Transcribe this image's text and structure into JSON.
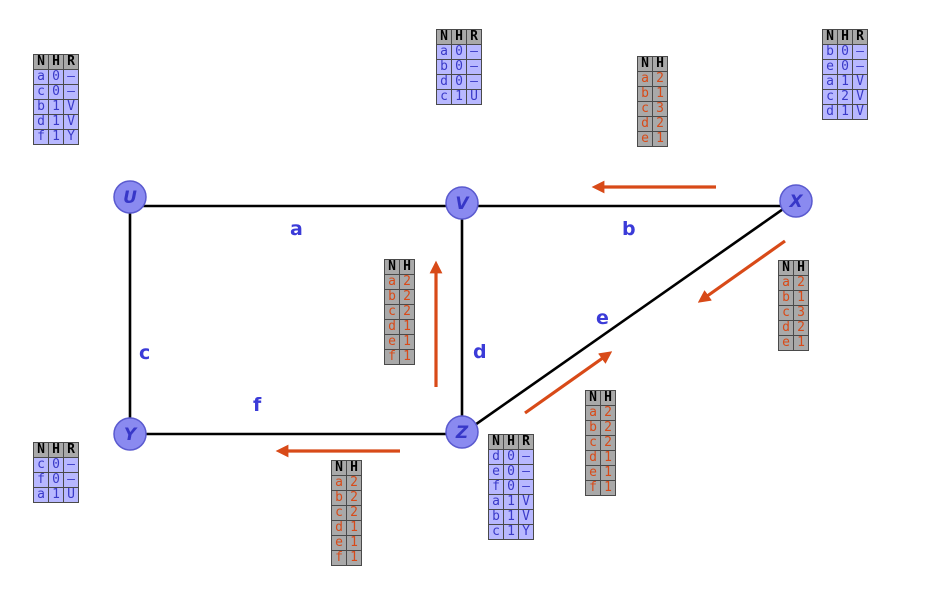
{
  "colors": {
    "node_fill": "#8a8af0",
    "link": "#000000",
    "label_blue": "#3b3bd8",
    "arrow_orange": "#d84a18",
    "routing_cell": "#b8b8ff",
    "update_cell": "#a9a9a9",
    "header_cell": "#a9a9a9"
  },
  "nodes": {
    "U": "U",
    "V": "V",
    "X": "X",
    "Y": "Y",
    "Z": "Z"
  },
  "edges": {
    "a": "a",
    "b": "b",
    "c": "c",
    "d": "d",
    "e": "e",
    "f": "f"
  },
  "tables": {
    "U": {
      "header": [
        "N",
        "H",
        "R"
      ],
      "rows": [
        [
          "a",
          "0",
          "–"
        ],
        [
          "c",
          "0",
          "–"
        ],
        [
          "b",
          "1",
          "V"
        ],
        [
          "d",
          "1",
          "V"
        ],
        [
          "f",
          "1",
          "Y"
        ]
      ]
    },
    "V": {
      "header": [
        "N",
        "H",
        "R"
      ],
      "rows": [
        [
          "a",
          "0",
          "–"
        ],
        [
          "b",
          "0",
          "–"
        ],
        [
          "d",
          "0",
          "–"
        ],
        [
          "c",
          "1",
          "U"
        ]
      ]
    },
    "X": {
      "header": [
        "N",
        "H",
        "R"
      ],
      "rows": [
        [
          "b",
          "0",
          "–"
        ],
        [
          "e",
          "0",
          "–"
        ],
        [
          "a",
          "1",
          "V"
        ],
        [
          "c",
          "2",
          "V"
        ],
        [
          "d",
          "1",
          "V"
        ]
      ]
    },
    "Y": {
      "header": [
        "N",
        "H",
        "R"
      ],
      "rows": [
        [
          "c",
          "0",
          "–"
        ],
        [
          "f",
          "0",
          "–"
        ],
        [
          "a",
          "1",
          "U"
        ]
      ]
    },
    "Z": {
      "header": [
        "N",
        "H",
        "R"
      ],
      "rows": [
        [
          "d",
          "0",
          "–"
        ],
        [
          "e",
          "0",
          "–"
        ],
        [
          "f",
          "0",
          "–"
        ],
        [
          "a",
          "1",
          "V"
        ],
        [
          "b",
          "1",
          "V"
        ],
        [
          "c",
          "1",
          "Y"
        ]
      ]
    }
  },
  "updates": {
    "x_to_v": {
      "header": [
        "N",
        "H"
      ],
      "rows": [
        [
          "a",
          "2"
        ],
        [
          "b",
          "1"
        ],
        [
          "c",
          "3"
        ],
        [
          "d",
          "2"
        ],
        [
          "e",
          "1"
        ]
      ]
    },
    "x_to_z": {
      "header": [
        "N",
        "H"
      ],
      "rows": [
        [
          "a",
          "2"
        ],
        [
          "b",
          "1"
        ],
        [
          "c",
          "3"
        ],
        [
          "d",
          "2"
        ],
        [
          "e",
          "1"
        ]
      ]
    },
    "z_to_v": {
      "header": [
        "N",
        "H"
      ],
      "rows": [
        [
          "a",
          "2"
        ],
        [
          "b",
          "2"
        ],
        [
          "c",
          "2"
        ],
        [
          "d",
          "1"
        ],
        [
          "e",
          "1"
        ],
        [
          "f",
          "1"
        ]
      ]
    },
    "z_to_x": {
      "header": [
        "N",
        "H"
      ],
      "rows": [
        [
          "a",
          "2"
        ],
        [
          "b",
          "2"
        ],
        [
          "c",
          "2"
        ],
        [
          "d",
          "1"
        ],
        [
          "e",
          "1"
        ],
        [
          "f",
          "1"
        ]
      ]
    },
    "z_to_y": {
      "header": [
        "N",
        "H"
      ],
      "rows": [
        [
          "a",
          "2"
        ],
        [
          "b",
          "2"
        ],
        [
          "c",
          "2"
        ],
        [
          "d",
          "1"
        ],
        [
          "e",
          "1"
        ],
        [
          "f",
          "1"
        ]
      ]
    }
  }
}
